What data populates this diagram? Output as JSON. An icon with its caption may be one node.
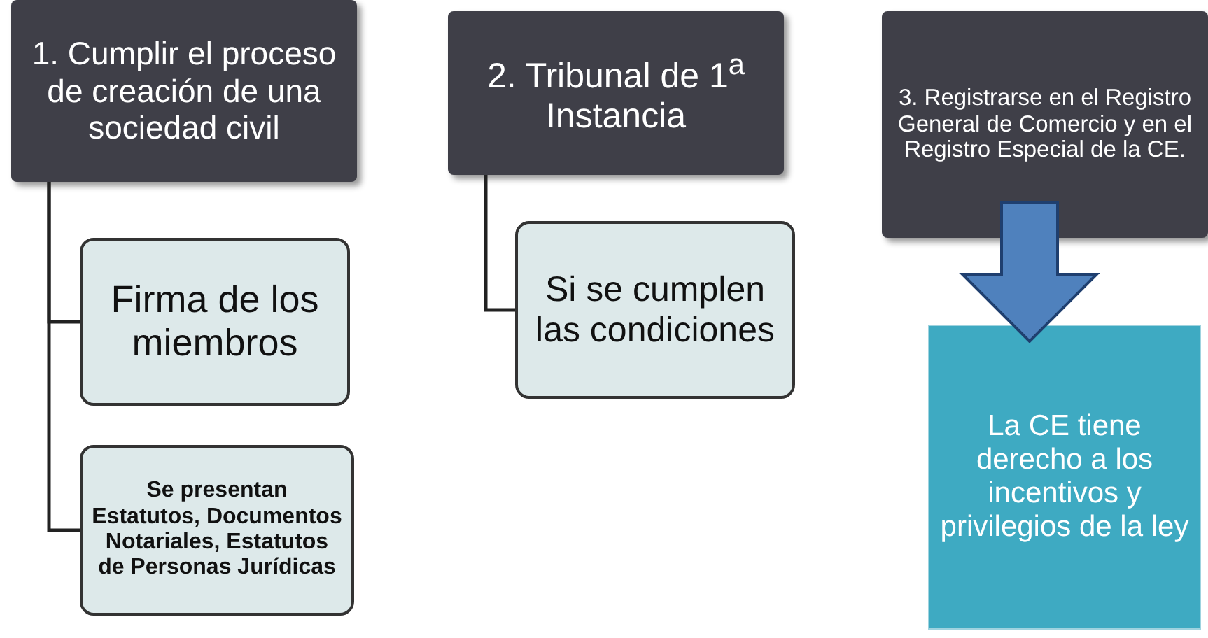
{
  "diagram": {
    "nodes": [
      {
        "text": [
          "1. Cumplir el proceso de creación de una sociedad civil"
        ]
      },
      {
        "text": [
          "Firma de los miembros"
        ]
      },
      {
        "text": [
          "Se presentan Estatutos, Documentos Notariales, Estatutos de Personas Jurídicas"
        ]
      },
      {
        "text": [
          "2. Tribunal de 1$^{a}$ Instancia"
        ]
      },
      {
        "text": [
          "Si se cumplen las condiciones"
        ]
      },
      {
        "text": [
          "3. Registrarse en el Registro General de Comercio y en el Registro Especial de la CE."
        ]
      },
      {
        "text": [
          "La CE tiene derecho a los incentivos y privilegios de la ley"
        ]
      }
    ],
    "edges": [
      {
        "from": 0,
        "to": 1,
        "arrow": "none"
      },
      {
        "from": 0,
        "to": 2,
        "arrow": "none"
      },
      {
        "from": 3,
        "to": 4,
        "arrow": "none"
      },
      {
        "from": 5,
        "to": 6,
        "arrow": "to",
        "style": "thick",
        "color": "#4f81bd"
      }
    ]
  }
}
